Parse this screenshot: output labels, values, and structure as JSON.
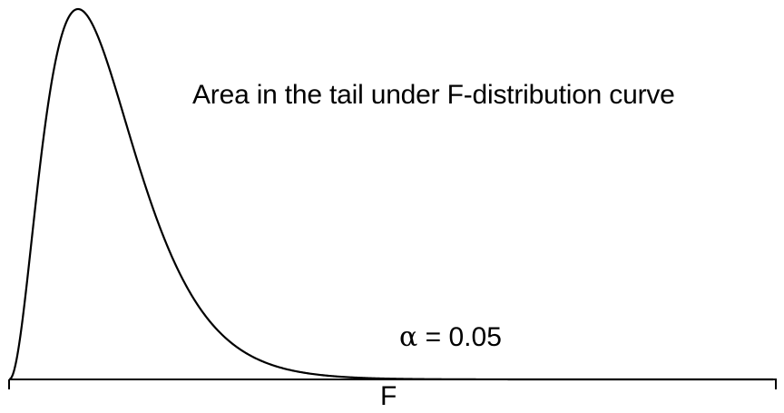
{
  "figure": {
    "caption": "Area in the tail under F-distribution curve",
    "alpha_symbol": "α",
    "equals": "=",
    "alpha_value": "0.05",
    "x_axis_label": "F"
  },
  "style": {
    "curve_color": "#000000",
    "shade_color": "#c0c0c0",
    "axis_color": "#000000"
  },
  "chart_data": {
    "type": "area",
    "distribution": "F",
    "shaded_region": "right tail",
    "alpha": 0.05
  }
}
